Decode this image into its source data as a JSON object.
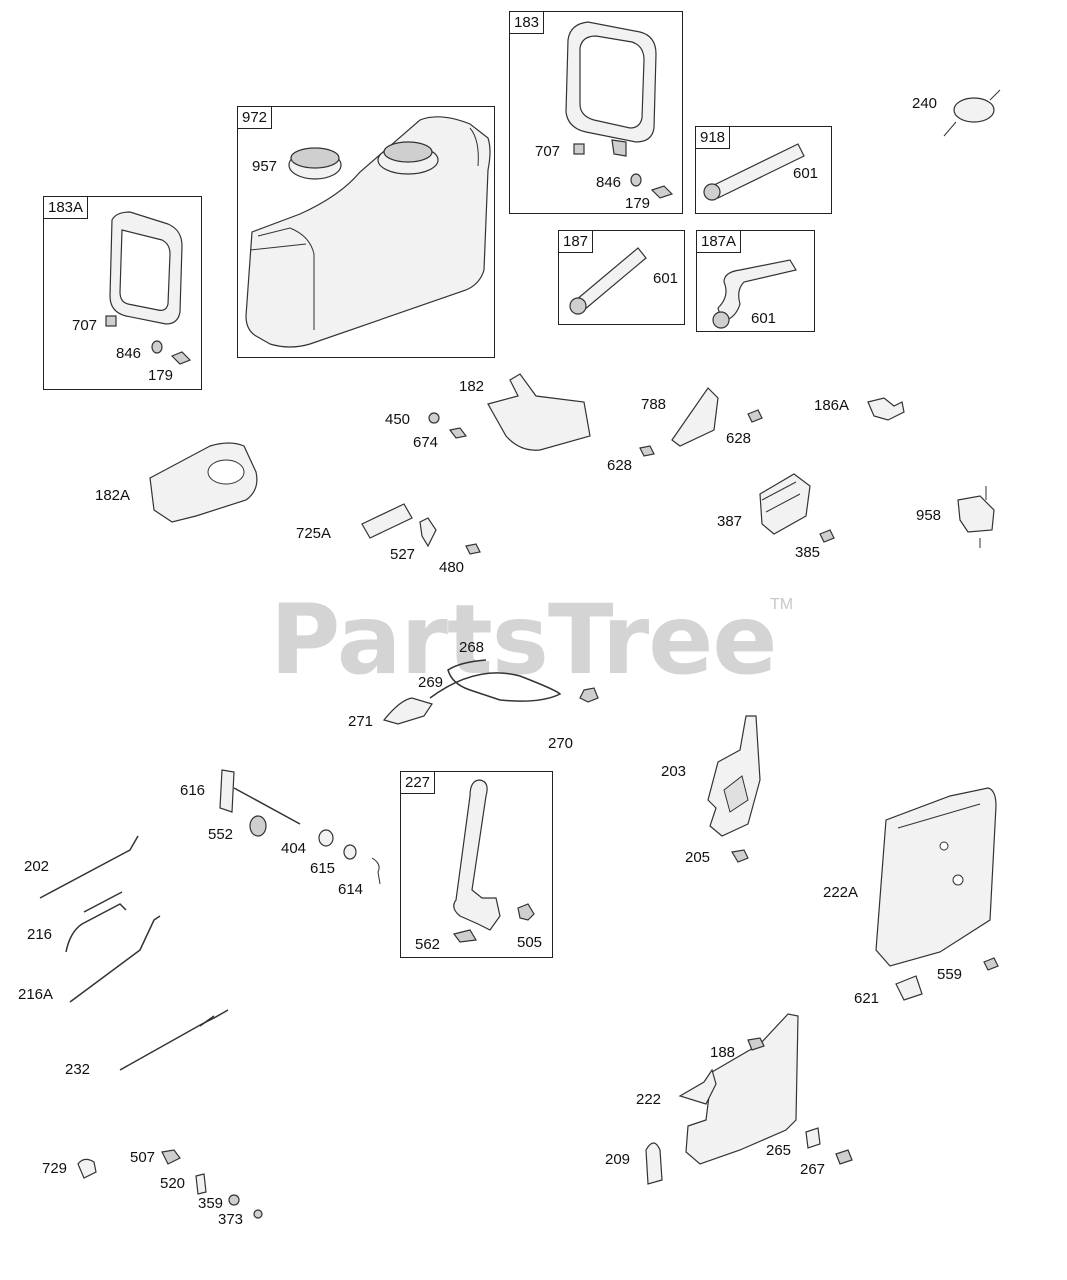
{
  "watermark": {
    "text": "PartsTree",
    "trademark": "TM"
  },
  "boxes": [
    {
      "id": "box-183a",
      "tag": "183A"
    },
    {
      "id": "box-972",
      "tag": "972"
    },
    {
      "id": "box-183",
      "tag": "183"
    },
    {
      "id": "box-918",
      "tag": "918"
    },
    {
      "id": "box-187",
      "tag": "187"
    },
    {
      "id": "box-187a",
      "tag": "187A"
    },
    {
      "id": "box-227",
      "tag": "227"
    }
  ],
  "labels": [
    "707",
    "846",
    "179",
    "957",
    "707",
    "846",
    "179",
    "601",
    "601",
    "601",
    "240",
    "182",
    "450",
    "674",
    "788",
    "628",
    "628",
    "186A",
    "182A",
    "725A",
    "527",
    "480",
    "387",
    "385",
    "958",
    "268",
    "269",
    "271",
    "270",
    "203",
    "205",
    "616",
    "552",
    "404",
    "615",
    "614",
    "562",
    "505",
    "202",
    "216",
    "216A",
    "222A",
    "559",
    "621",
    "232",
    "188",
    "222",
    "209",
    "265",
    "267",
    "729",
    "507",
    "520",
    "359",
    "373"
  ]
}
